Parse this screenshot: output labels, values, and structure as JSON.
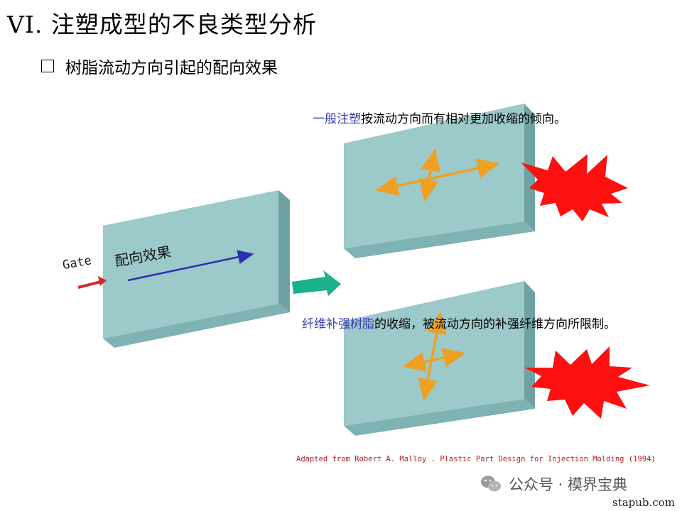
{
  "slide": {
    "title": "VI. 注塑成型的不良类型分析",
    "subtitle": "树脂流动方向引起的配向效果"
  },
  "left_plate": {
    "gate_label": "Gate",
    "orientation_label": "配向效果"
  },
  "note_general": {
    "highlight": "一般注塑",
    "text": "按流动方向而有相对更加收缩的倾向。"
  },
  "note_fiber": {
    "highlight": "纤维补强树脂",
    "text": "的收缩，被流动方向的补强纤维方向所限制。"
  },
  "source": "Adapted from Robert A. Malloy . Plastic Part Design for Injection Molding (1994)",
  "watermark": {
    "account": "公众号 · 模界宝典",
    "site": "stapub.com"
  },
  "colors": {
    "plate_front": "#9cc9c9",
    "plate_side": "#6fa3a3",
    "plate_top": "#b9dede",
    "flow_arrow": "#2b2fb3",
    "gate_arrow": "#d42a2a",
    "shrink_arrow": "#f0a020",
    "burst": "#ff1010",
    "block_arrow": "#1ab08a",
    "highlight_text": "#3b3fb0"
  }
}
